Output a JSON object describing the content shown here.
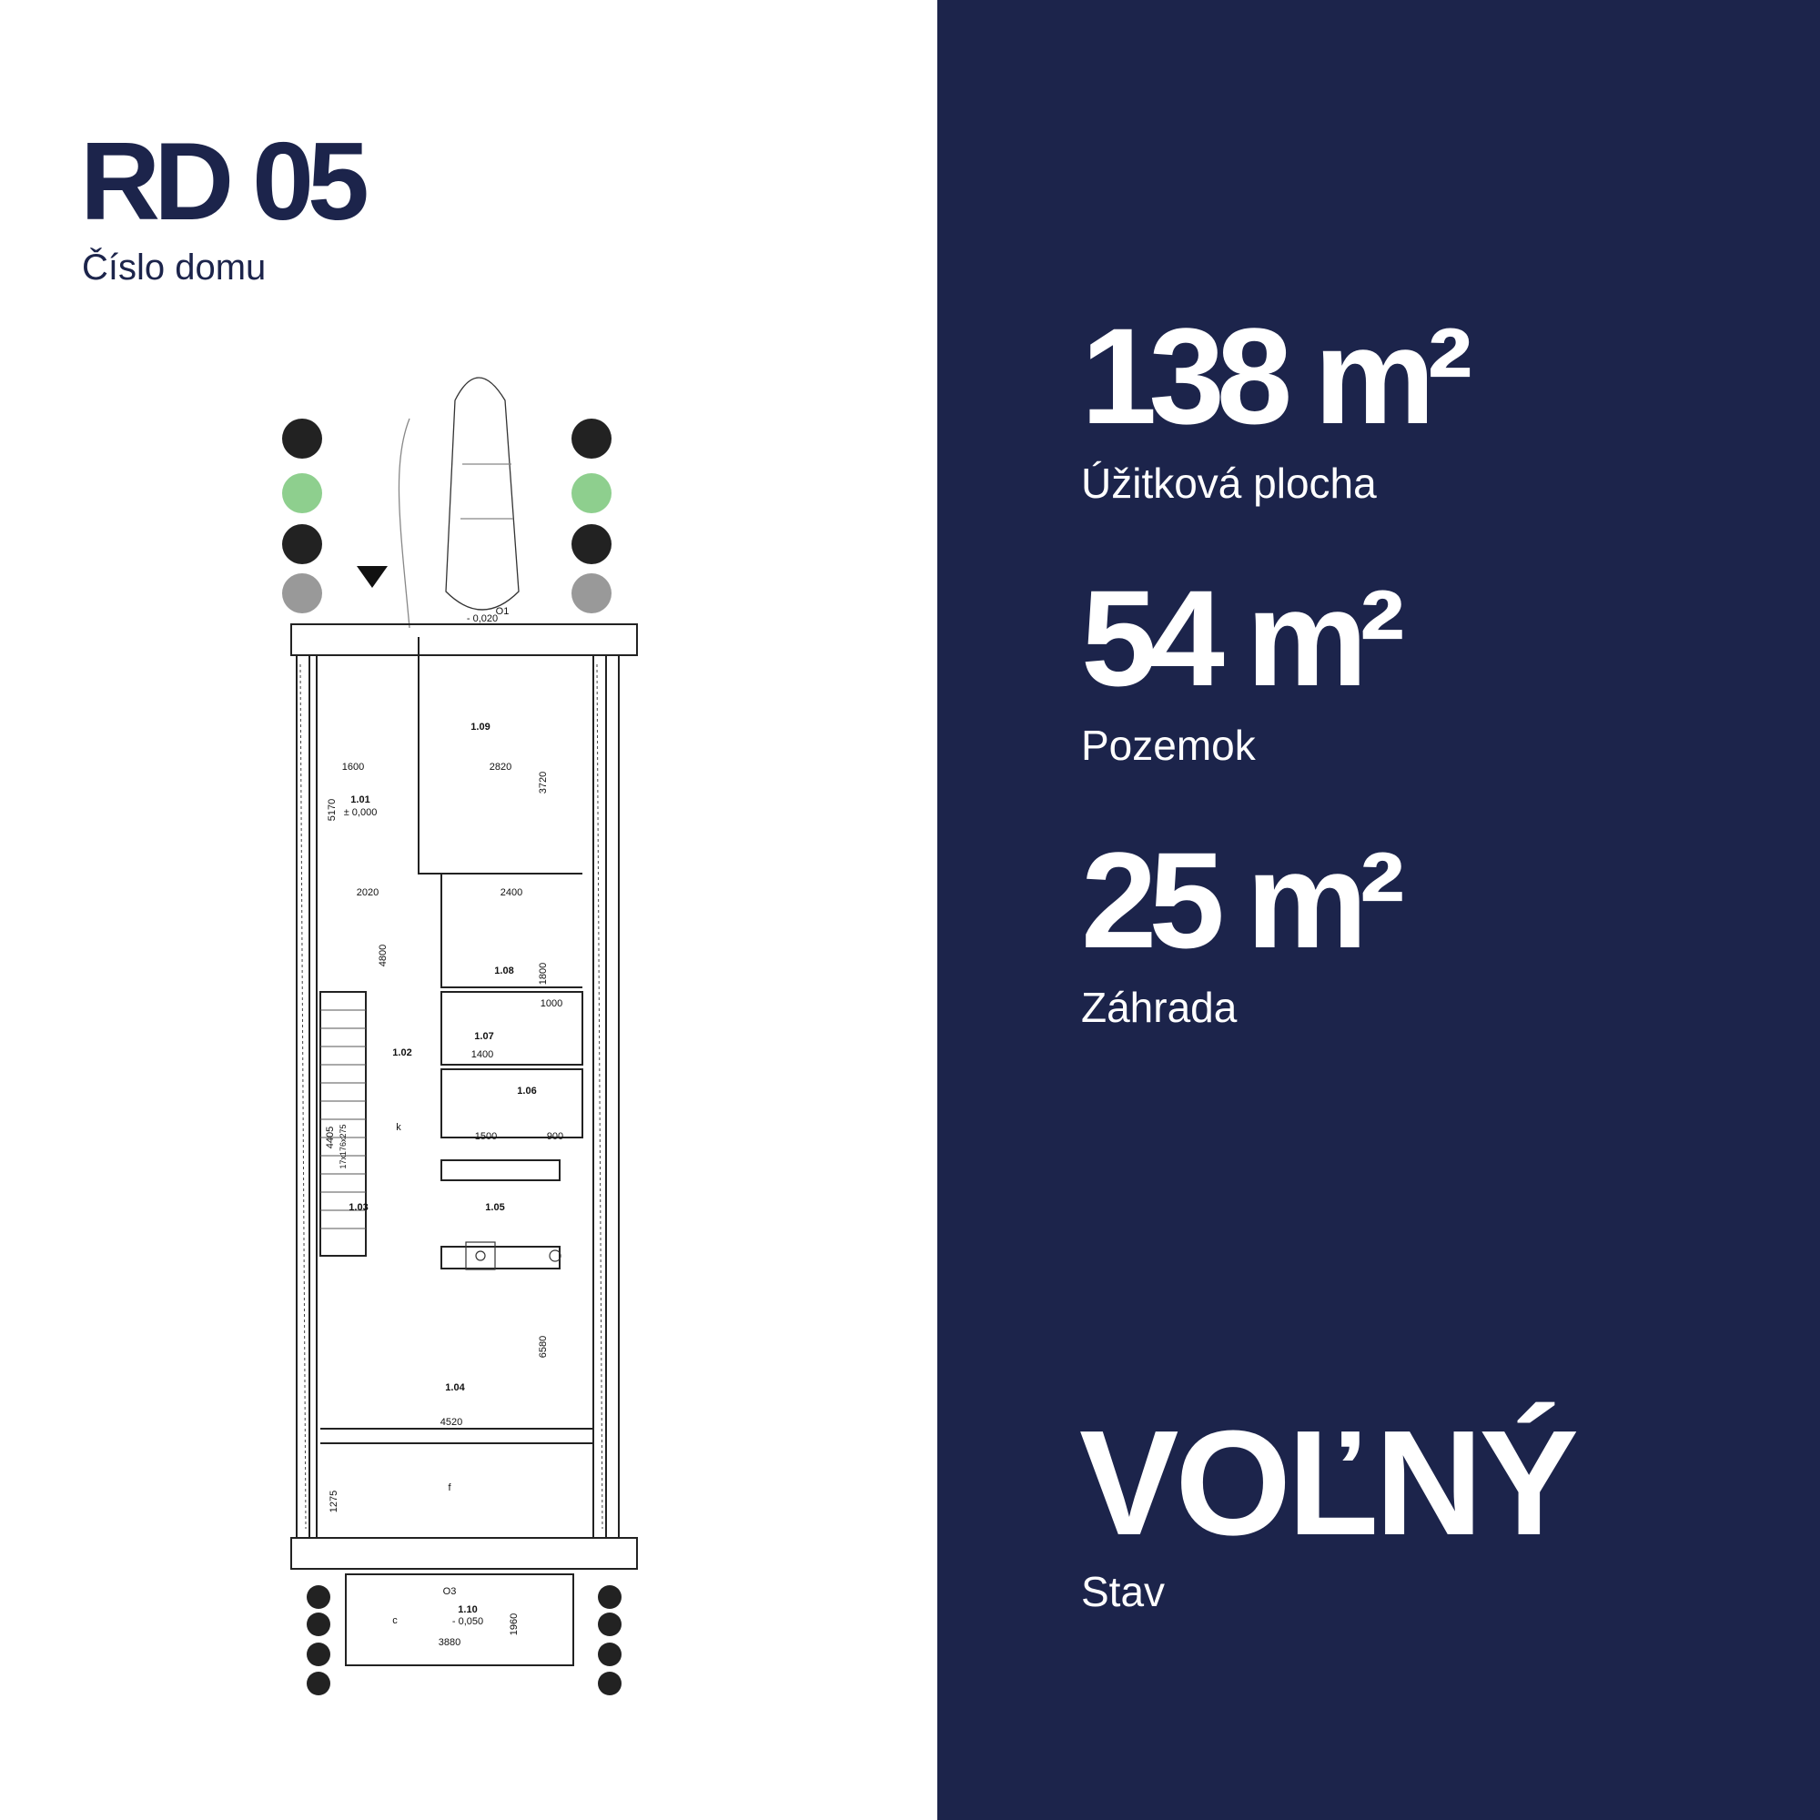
{
  "house": {
    "code": "RD 05",
    "caption": "Číslo domu"
  },
  "colors": {
    "navy": "#1c244b",
    "white": "#ffffff"
  },
  "stats": [
    {
      "value": "138 m²",
      "label": "Úžitková plocha"
    },
    {
      "value": "54 m²",
      "label": "Pozemok"
    },
    {
      "value": "25 m²",
      "label": "Záhrada"
    }
  ],
  "status": {
    "value": "VOĽNÝ",
    "label": "Stav"
  },
  "plan": {
    "rooms": {
      "r109": "1.09",
      "r101": "1.01",
      "r108": "1.08",
      "r107": "1.07",
      "r102": "1.02",
      "r106": "1.06",
      "r105": "1.05",
      "r103": "1.03",
      "r104": "1.04",
      "r110": "1.10"
    },
    "levels": {
      "entry": "- 0,020",
      "hall": "± 0,000",
      "terrace": "- 0,050"
    },
    "dims": {
      "d2820": "2820",
      "d1600": "1600",
      "d2020": "2020",
      "d2400": "2400",
      "d4520": "4520",
      "d3880": "3880",
      "d6580": "6580",
      "d4800": "4800",
      "d5170": "5170",
      "d3720": "3720",
      "d1500": "1500",
      "d900": "900",
      "d1000": "1000",
      "d1400": "1400",
      "d4405": "4405",
      "d1960": "1960",
      "d1275": "1275",
      "d1800": "1800"
    },
    "symbols": {
      "k": "k",
      "f": "f",
      "c": "c",
      "o1": "O1",
      "o3": "O3",
      "stairs": "17x176x275"
    }
  }
}
